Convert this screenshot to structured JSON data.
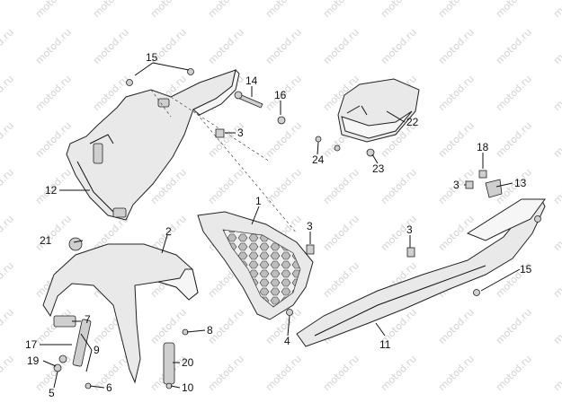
{
  "watermark": "motod.ru",
  "callouts": {
    "c1": "1",
    "c2": "2",
    "c3a": "3",
    "c3b": "3",
    "c3c": "3",
    "c3d": "3",
    "c4": "4",
    "c5": "5",
    "c6": "6",
    "c7": "7",
    "c8": "8",
    "c9": "9",
    "c10": "10",
    "c11": "11",
    "c12": "12",
    "c13": "13",
    "c14": "14",
    "c15a": "15",
    "c15b": "15",
    "c16": "16",
    "c17": "17",
    "c18": "18",
    "c19": "19",
    "c20": "20",
    "c21": "21",
    "c22": "22",
    "c23": "23",
    "c24": "24"
  }
}
